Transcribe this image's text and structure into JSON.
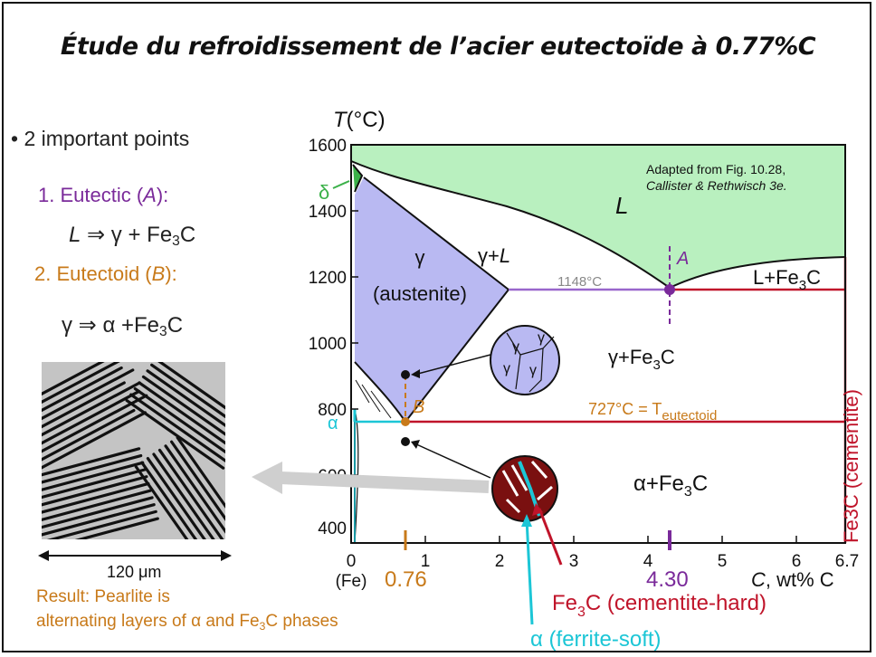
{
  "title": "Étude du refroidissement de l’acier eutectoïde à 0.77%C",
  "left": {
    "bullet": "• 2 important points",
    "point1_prefix": "1. Eutectic (",
    "point1_letter": "A",
    "point1_suffix": "):",
    "reaction1_L": "L",
    "reaction1_rest": " ⇒ γ + Fe",
    "reaction1_sub": "3",
    "reaction1_end": "C",
    "point2_prefix": "2. Eutectoid (",
    "point2_letter": "B",
    "point2_suffix": "):",
    "reaction2": "γ ⇒ α +Fe",
    "reaction2_sub": "3",
    "reaction2_end": "C",
    "scale_label": "120 μm",
    "result_line1": "Result:  Pearlite is",
    "result_line2": "alternating layers of α and Fe",
    "result_sub": "3",
    "result_end": "C phases"
  },
  "diagram": {
    "y_axis_label_T": "T",
    "y_axis_label_unit": "(°C)",
    "y_ticks": [
      "1600",
      "1400",
      "1200",
      "1000",
      "800",
      "600",
      "400"
    ],
    "x_ticks": [
      "0",
      "1",
      "2",
      "3",
      "4",
      "5",
      "6",
      "6.7"
    ],
    "x_fe": "(Fe)",
    "x_label_c": "C",
    "x_label_rest": ", wt% C",
    "x_076": "0.76",
    "x_430": "4.30",
    "source_line1": "Adapted from Fig. 10.28,",
    "source_line2": "Callister & Rethwisch 3e.",
    "L": "L",
    "gamma_L": "γ+",
    "gamma_L_L": "L",
    "gamma": "γ",
    "austenite": "(austenite)",
    "temp_1148": "1148°C",
    "point_A": "A",
    "L_Fe3C": "L+Fe",
    "L_Fe3C_sub": "3",
    "L_Fe3C_end": "C",
    "gamma_Fe3C": "γ+Fe",
    "gamma_Fe3C_sub": "3",
    "gamma_Fe3C_end": "C",
    "point_B": "B",
    "temp_727": "727°C = T",
    "temp_727_sub": "eutectoid",
    "alpha_Fe3C": "α+Fe",
    "alpha_Fe3C_sub": "3",
    "alpha_Fe3C_end": "C",
    "delta": "δ",
    "alpha": "α",
    "cementite_vertical": "Fe3C (cementite)",
    "cementite_hard": "Fe",
    "cementite_hard_sub": "3",
    "cementite_hard_end": "C (cementite-hard)",
    "ferrite_soft": "α (ferrite-soft)",
    "grain_letters": [
      "γ",
      "γ",
      "γ",
      "γ"
    ]
  },
  "colors": {
    "liquid": "#b9f0bf",
    "austenite": "#b9b9f2",
    "purple": "#7a2a9a",
    "orange": "#c87a1a",
    "red": "#c0142a",
    "cyan": "#1cc6d6"
  }
}
